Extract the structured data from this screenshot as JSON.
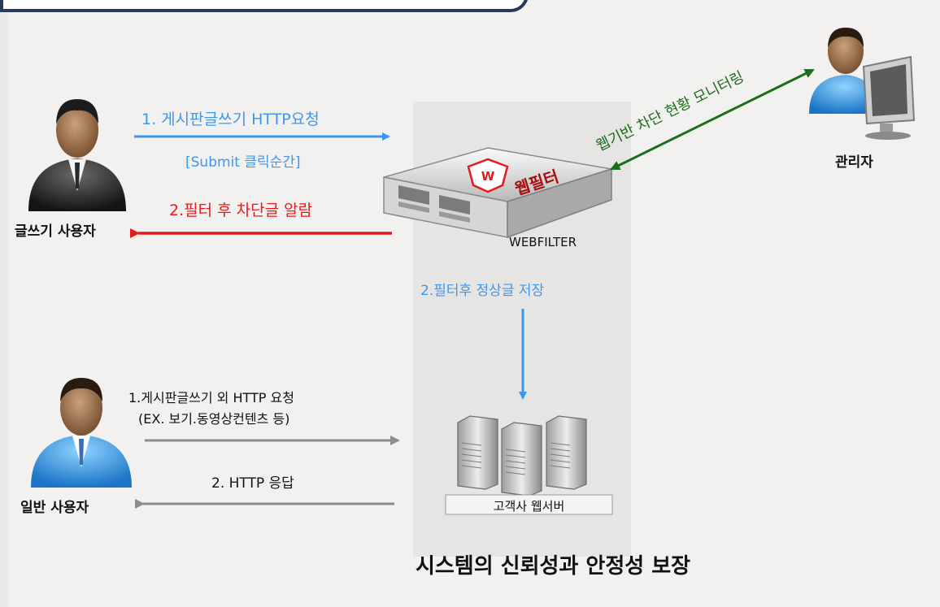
{
  "labels": {
    "writer_user": "글쓰기 사용자",
    "normal_user": "일반 사용자",
    "admin": "관리자",
    "webfilter": "WEBFILTER",
    "device_logo": "웹필터",
    "webserver": "고객사 웹서버",
    "caption": "시스템의 신뢰성과 안정성 보장"
  },
  "flows": {
    "write_request": "1. 게시판글쓰기 HTTP요청",
    "submit_moment": "[Submit 클릭순간]",
    "block_alarm": "2.필터 후 차단글 알람",
    "save_normal": "2.필터후 정상글 저장",
    "other_request_1": "1.게시판글쓰기 외 HTTP 요청",
    "other_request_2": "(EX. 보기.동영상컨텐츠 등)",
    "http_response": "2. HTTP 응답",
    "monitoring": "웹기반 차단 현황 모니터링"
  },
  "colors": {
    "request_blue": "#3b97f0",
    "block_red": "#e31b1b",
    "monitor_green": "#1b6e1b",
    "neutral_gray": "#8c8c8c",
    "frame_navy": "#273a57"
  },
  "icons": {
    "writer": "businessman-icon",
    "normal": "user-icon",
    "admin": "admin-computer-icon",
    "device": "webfilter-appliance-icon",
    "servers": "server-rack-icon"
  }
}
